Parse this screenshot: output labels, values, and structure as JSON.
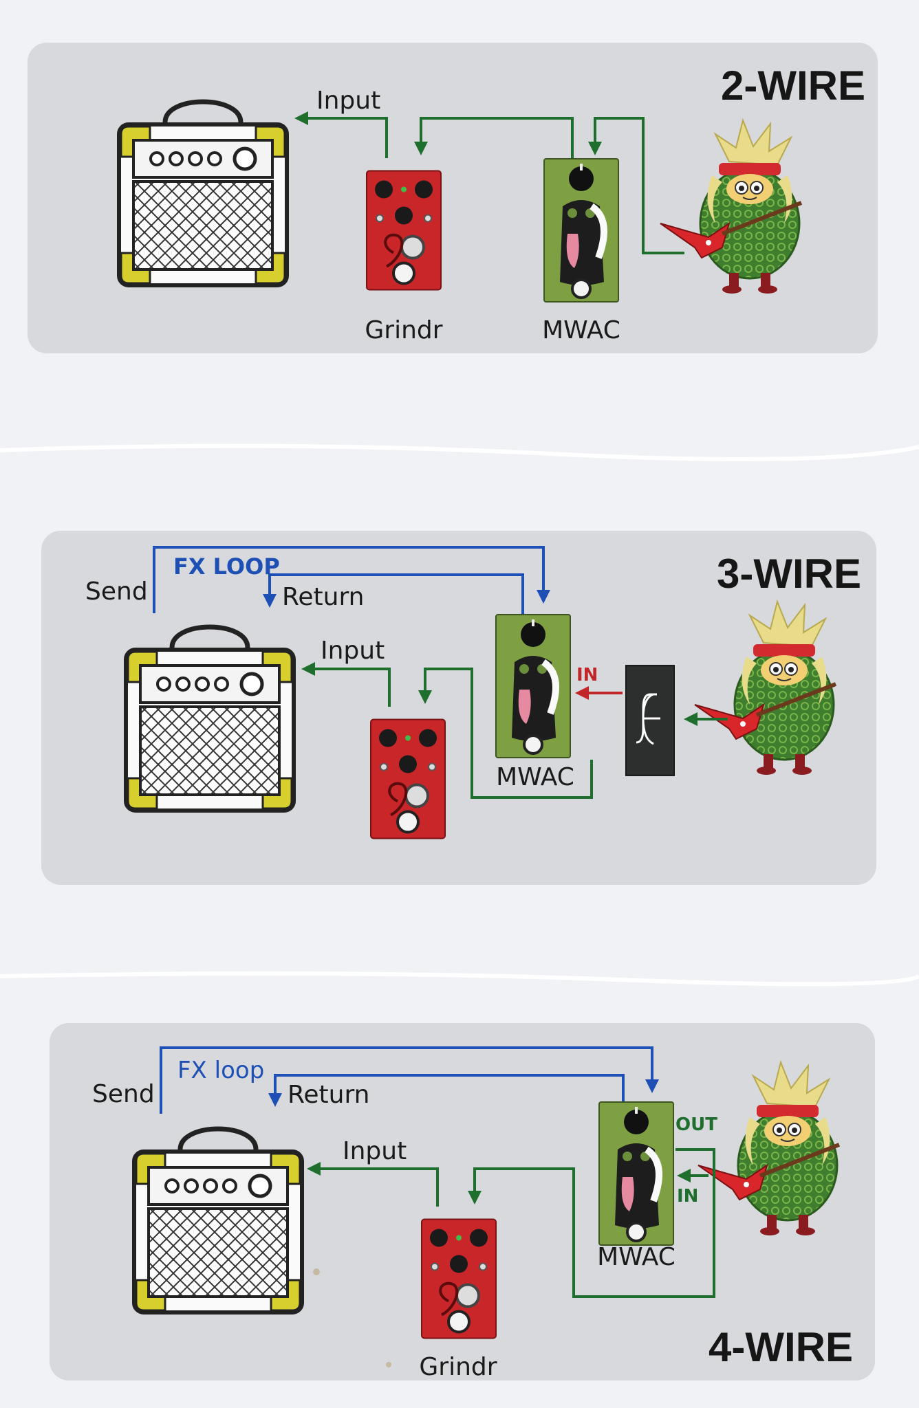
{
  "panels": [
    {
      "title": "2-WIRE",
      "labels": {
        "input": "Input",
        "pedal1": "Grindr",
        "pedal2": "MWAC"
      }
    },
    {
      "title": "3-WIRE",
      "labels": {
        "send": "Send",
        "fx_loop": "FX LOOP",
        "return": "Return",
        "input": "Input",
        "pedal2": "MWAC",
        "in": "IN"
      }
    },
    {
      "title": "4-WIRE",
      "labels": {
        "send": "Send",
        "fx_loop": "FX loop",
        "return": "Return",
        "input": "Input",
        "pedal1": "Grindr",
        "pedal2": "MWAC",
        "out": "OUT",
        "in": "IN"
      }
    }
  ],
  "colors": {
    "panel": "#d8d9dd",
    "paper": "#f1f2f5",
    "signal_wire": "#1e6e2e",
    "fx_loop_wire": "#1d4fb5",
    "in_arrow": "#c0262a",
    "amp_corner": "#d6cf2d",
    "grindr_pedal": "#c9262a",
    "mwac_pedal": "#7ea042"
  },
  "icons": [
    "amp-icon",
    "grindr-pedal-icon",
    "mwac-pedal-icon",
    "guitarist-mascot-icon",
    "splitter-box-icon"
  ]
}
